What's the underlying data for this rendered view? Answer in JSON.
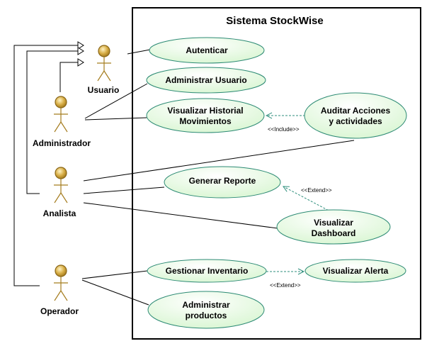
{
  "system": {
    "title": "Sistema StockWise"
  },
  "actors": {
    "usuario": "Usuario",
    "administrador": "Administrador",
    "analista": "Analista",
    "operador": "Operador"
  },
  "use_cases": {
    "autenticar": [
      "Autenticar"
    ],
    "administrar_usuario": [
      "Administrar Usuario"
    ],
    "visualizar_historial": [
      "Visualizar Historial",
      "Movimientos"
    ],
    "auditar_acciones": [
      "Auditar Acciones",
      "y actividades"
    ],
    "generar_reporte": [
      "Generar Reporte"
    ],
    "visualizar_dashboard": [
      "Visualizar",
      "Dashboard"
    ],
    "gestionar_inventario": [
      "Gestionar Inventario"
    ],
    "visualizar_alerta": [
      "Visualizar Alerta"
    ],
    "administrar_productos": [
      "Administrar",
      "productos"
    ]
  },
  "relations": {
    "include": "<<Include>>",
    "extend_reporte": "<<Extend>>",
    "extend_alerta": "<<Extend>>"
  },
  "colors": {
    "usecase_fill": "#e8fbe3",
    "usecase_stroke": "#2c8a74",
    "actor_head": "#c9a23a",
    "actor_body": "#a57d1f",
    "dashed": "#2f8f7d",
    "line": "#000000"
  }
}
